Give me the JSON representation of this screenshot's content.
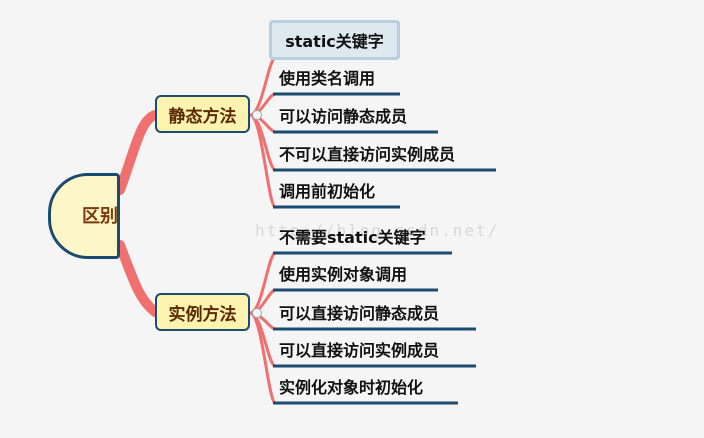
{
  "root": {
    "label": "区别"
  },
  "branches": [
    {
      "label": "静态方法",
      "leaves": [
        "static关键字",
        "使用类名调用",
        "可以访问静态成员",
        "不可以直接访问实例成员",
        "调用前初始化"
      ]
    },
    {
      "label": "实例方法",
      "leaves": [
        "不需要static关键字",
        "使用实例对象调用",
        "可以直接访问静态成员",
        "可以直接访问实例成员",
        "实例化对象时初始化"
      ]
    }
  ],
  "watermark": "http://blog.csdn.net/",
  "colors": {
    "connector": "#f07070",
    "underline": "#1b4b6e",
    "node_fill": "#fdf3b0",
    "node_border": "#1b4b6e",
    "highlight_fill": "#dde8ef"
  }
}
